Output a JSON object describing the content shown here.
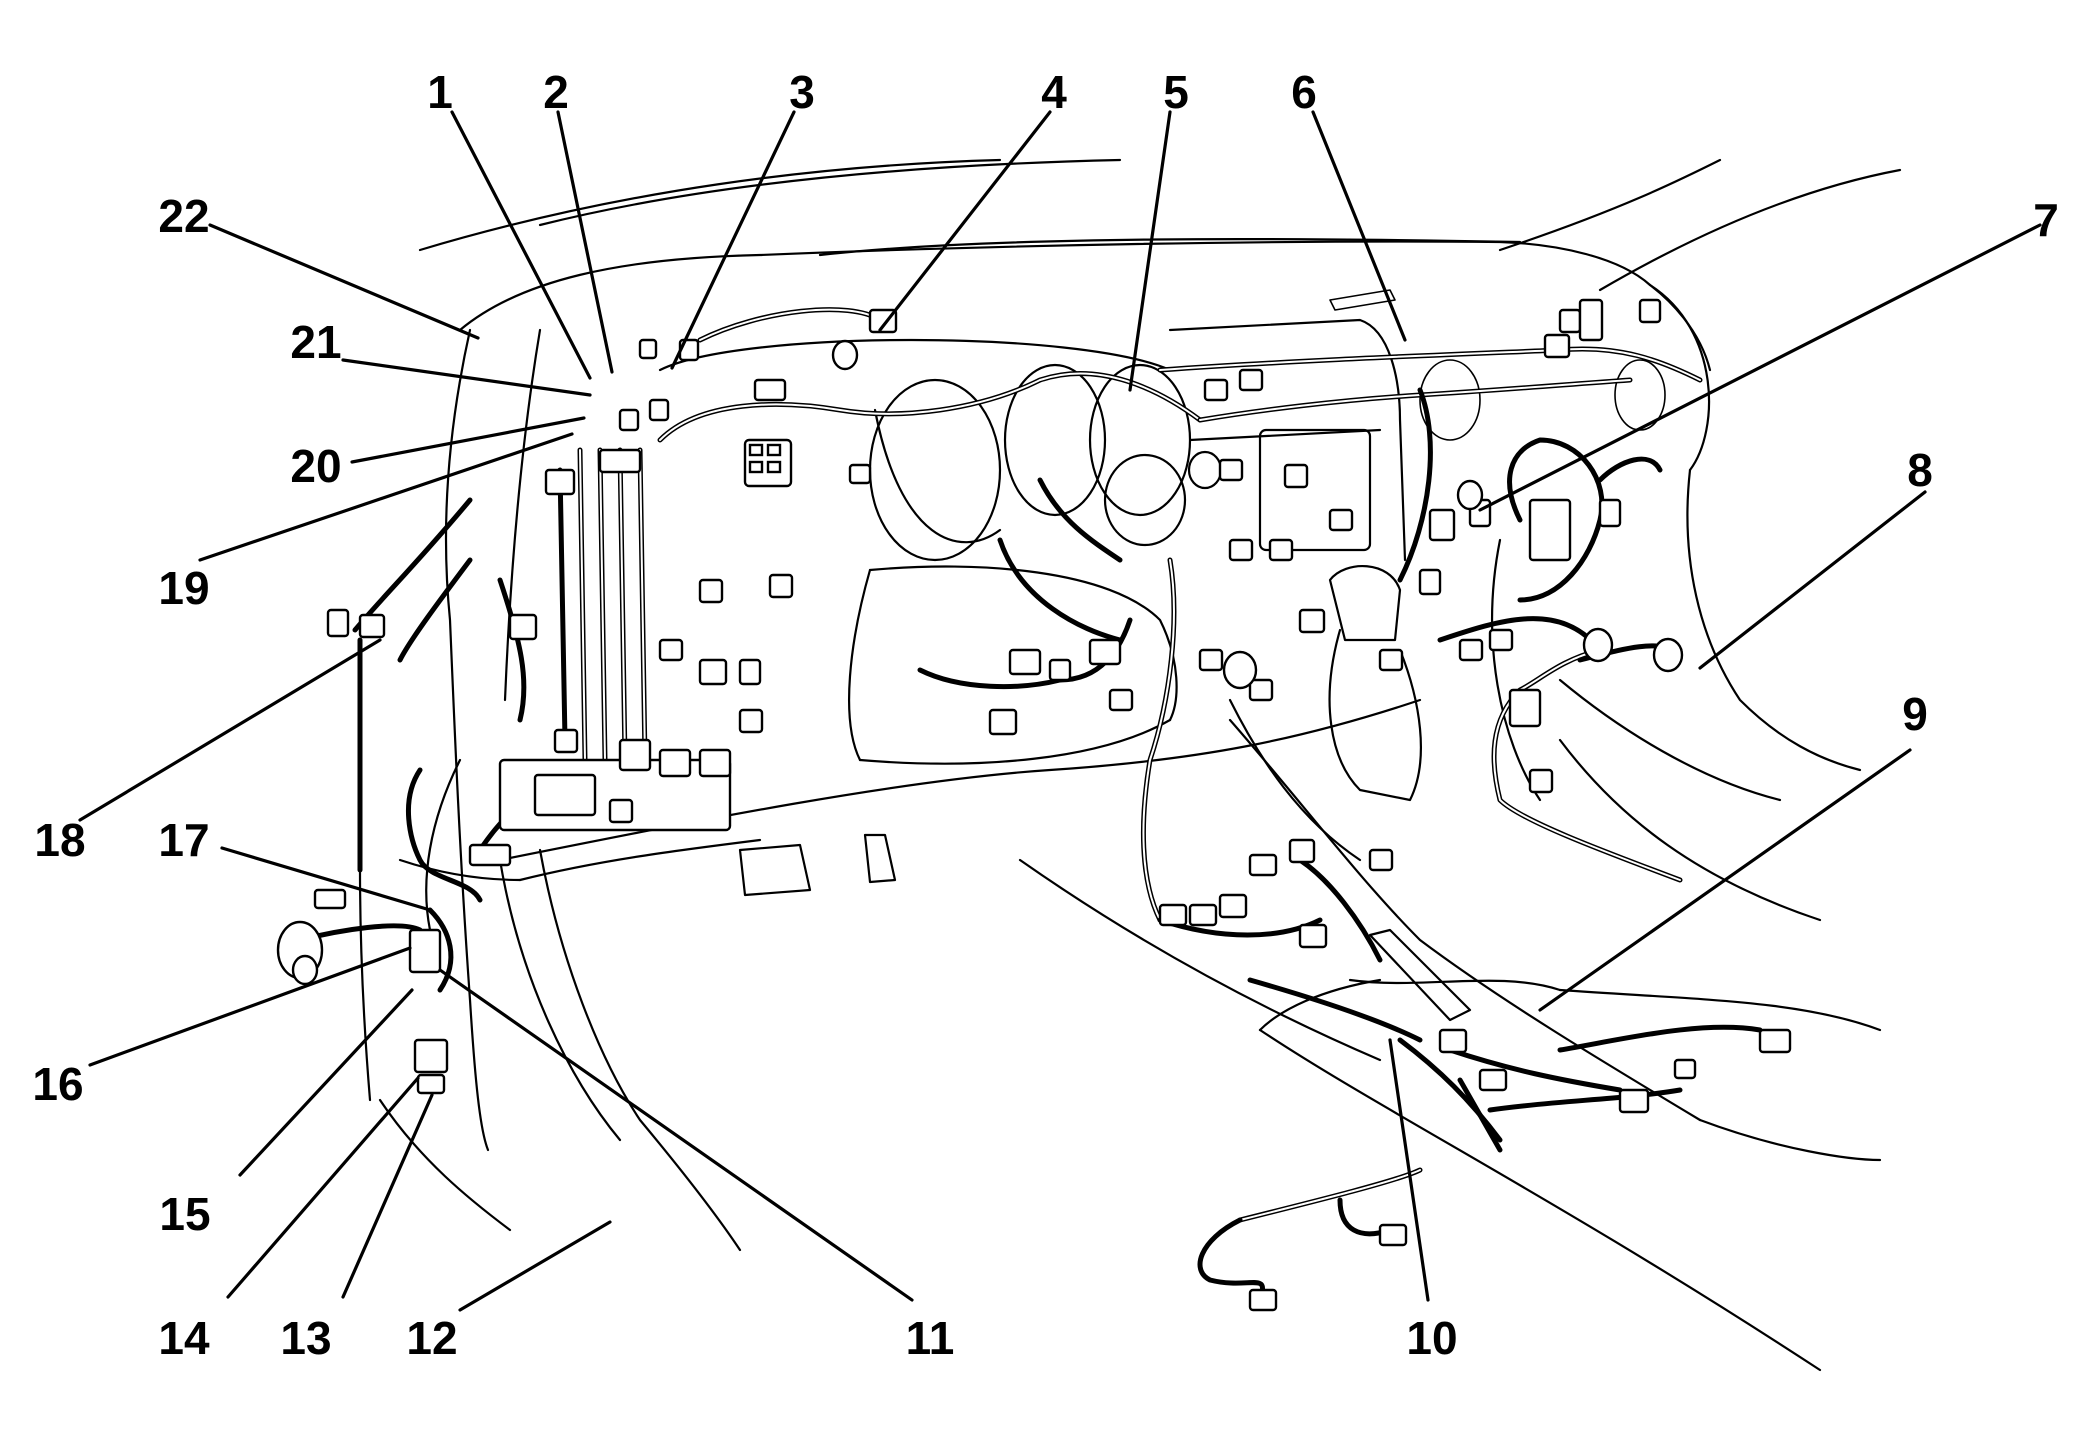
{
  "callouts": [
    {
      "label": "1"
    },
    {
      "label": "2"
    },
    {
      "label": "3"
    },
    {
      "label": "4"
    },
    {
      "label": "5"
    },
    {
      "label": "6"
    },
    {
      "label": "7"
    },
    {
      "label": "8"
    },
    {
      "label": "9"
    },
    {
      "label": "10"
    },
    {
      "label": "11"
    },
    {
      "label": "12"
    },
    {
      "label": "13"
    },
    {
      "label": "14"
    },
    {
      "label": "15"
    },
    {
      "label": "16"
    },
    {
      "label": "17"
    },
    {
      "label": "18"
    },
    {
      "label": "19"
    },
    {
      "label": "20"
    },
    {
      "label": "21"
    },
    {
      "label": "22"
    }
  ]
}
